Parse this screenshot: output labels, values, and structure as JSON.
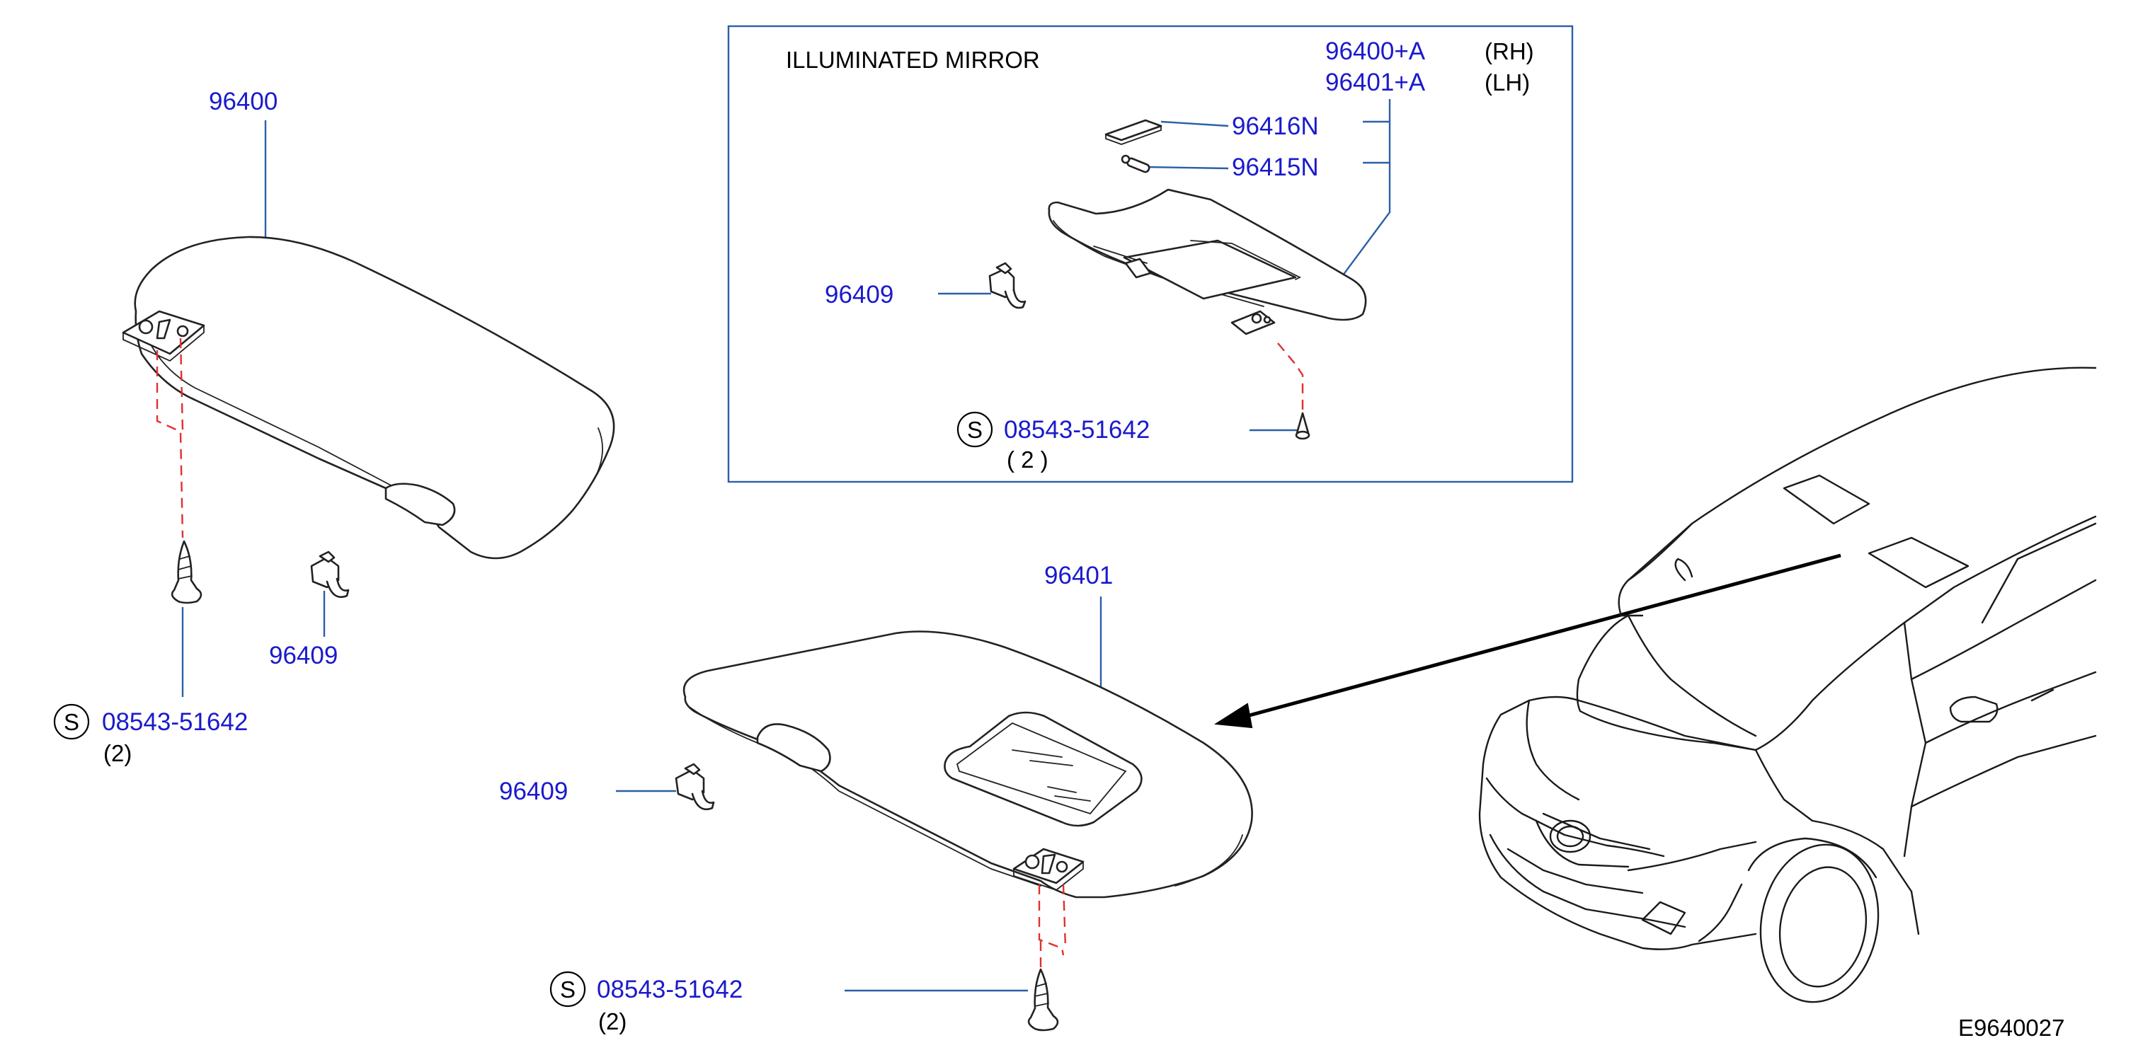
{
  "inset": {
    "title": "ILLUMINATED  MIRROR",
    "part_rh": "96400+A",
    "side_rh": "(RH)",
    "part_lh": "96401+A",
    "side_lh": "(LH)",
    "part_lens": "96416N",
    "part_bulb": "96415N",
    "part_holder": "96409",
    "screw_symbol": "S",
    "screw_part": "08543-51642",
    "screw_qty": "(  2  )"
  },
  "left_visor": {
    "part": "96400",
    "holder": "96409",
    "screw_symbol": "S",
    "screw_part": "08543-51642",
    "screw_qty": "(2)"
  },
  "center_visor": {
    "part": "96401",
    "holder": "96409",
    "screw_symbol": "S",
    "screw_part": "08543-51642",
    "screw_qty": "(2)"
  },
  "diagram_code": "E9640027",
  "colors": {
    "part_number": "#1a1acc",
    "leader_line": "#2b5fa8",
    "mounting_dash": "#e03030",
    "line_art": "#222222"
  }
}
